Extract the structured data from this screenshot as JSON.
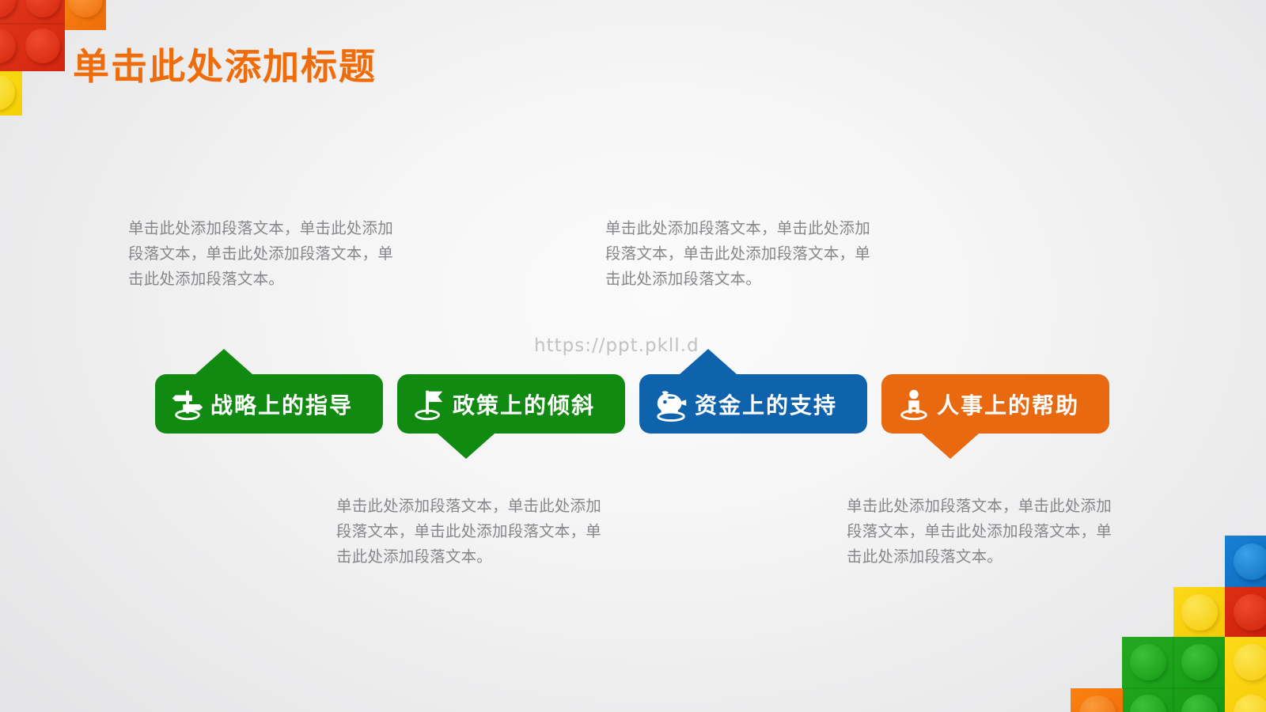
{
  "slide": {
    "title": "单击此处添加标题",
    "title_color": "#ef6c0a",
    "background_color": "#f2f2f3",
    "watermark": "https://ppt.pkll.d"
  },
  "paragraphs": [
    {
      "id": "paragraph-top-left",
      "text": "单击此处添加段落文本，单击此处添加段落文本，单击此处添加段落文本，单击此处添加段落文本。",
      "position": "top-left"
    },
    {
      "id": "paragraph-top-right",
      "text": "单击此处添加段落文本，单击此处添加段落文本，单击此处添加段落文本，单击此处添加段落文本。",
      "position": "top-right"
    },
    {
      "id": "paragraph-bottom-left",
      "text": "单击此处添加段落文本，单击此处添加段落文本，单击此处添加段落文本，单击此处添加段落文本。",
      "position": "bottom-left"
    },
    {
      "id": "paragraph-bottom-right",
      "text": "单击此处添加段落文本，单击此处添加段落文本，单击此处添加段落文本，单击此处添加段落文本。",
      "position": "bottom-right"
    }
  ],
  "callouts": [
    {
      "label": "战略上的指导",
      "color": "#118a11",
      "icon": "signpost-icon",
      "tail": "up"
    },
    {
      "label": "政策上的倾斜",
      "color": "#118a11",
      "icon": "flag-icon",
      "tail": "down"
    },
    {
      "label": "资金上的支持",
      "color": "#0f63ad",
      "icon": "piggy-bank-icon",
      "tail": "up"
    },
    {
      "label": "人事上的帮助",
      "color": "#e8690f",
      "icon": "person-icon",
      "tail": "down"
    }
  ],
  "decor": {
    "lego_colors": {
      "red": "#da2b16",
      "orange": "#f4770d",
      "yellow": "#f7d308",
      "green": "#1a9c1a",
      "blue": "#0f72c6"
    }
  }
}
